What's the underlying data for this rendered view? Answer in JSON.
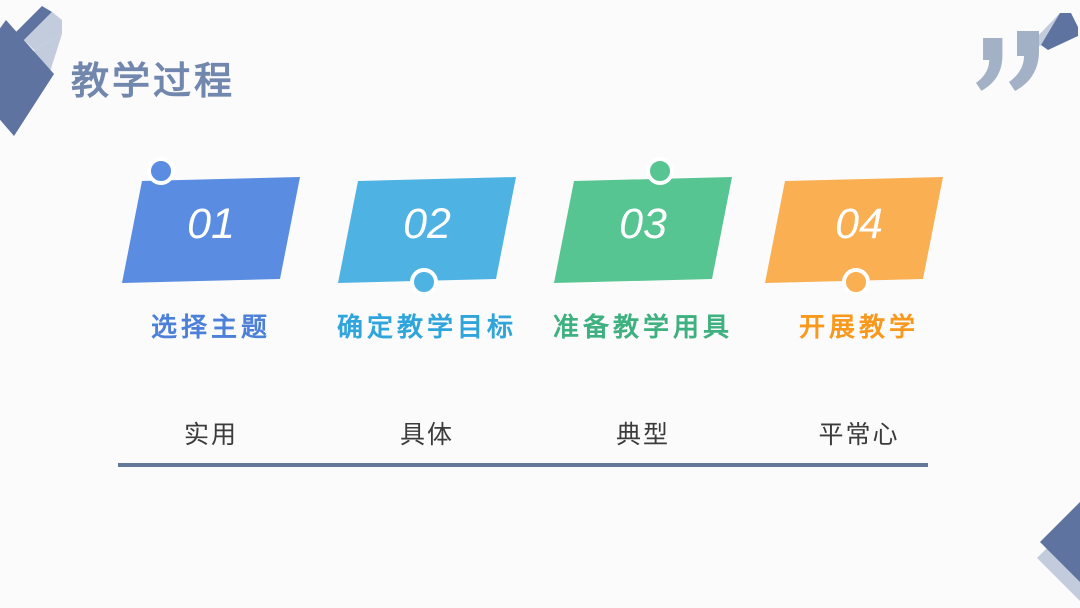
{
  "slide": {
    "title": "教学过程",
    "title_color": "#7187ad",
    "background": "#fbfbfc",
    "number_color": "#ffffff",
    "divider_color": "#64789a",
    "keyword_color": "#3b3b3b",
    "deco": {
      "dark": "#5e73a0",
      "light": "#c2ccdd",
      "quote": "#a3b1c7"
    }
  },
  "steps": [
    {
      "number": "01",
      "label": "选择主题",
      "keyword": "实用",
      "shape_color": "#5a8ce1",
      "label_color": "#4c80d9",
      "dot": "top"
    },
    {
      "number": "02",
      "label": "确定教学目标",
      "keyword": "具体",
      "shape_color": "#4eb3e3",
      "label_color": "#2fa5dc",
      "dot": "bottom"
    },
    {
      "number": "03",
      "label": "准备教学用具",
      "keyword": "典型",
      "shape_color": "#56c591",
      "label_color": "#3fb07f",
      "dot": "top"
    },
    {
      "number": "04",
      "label": "开展教学",
      "keyword": "平常心",
      "shape_color": "#f9af52",
      "label_color": "#f8991d",
      "dot": "bottom"
    }
  ]
}
